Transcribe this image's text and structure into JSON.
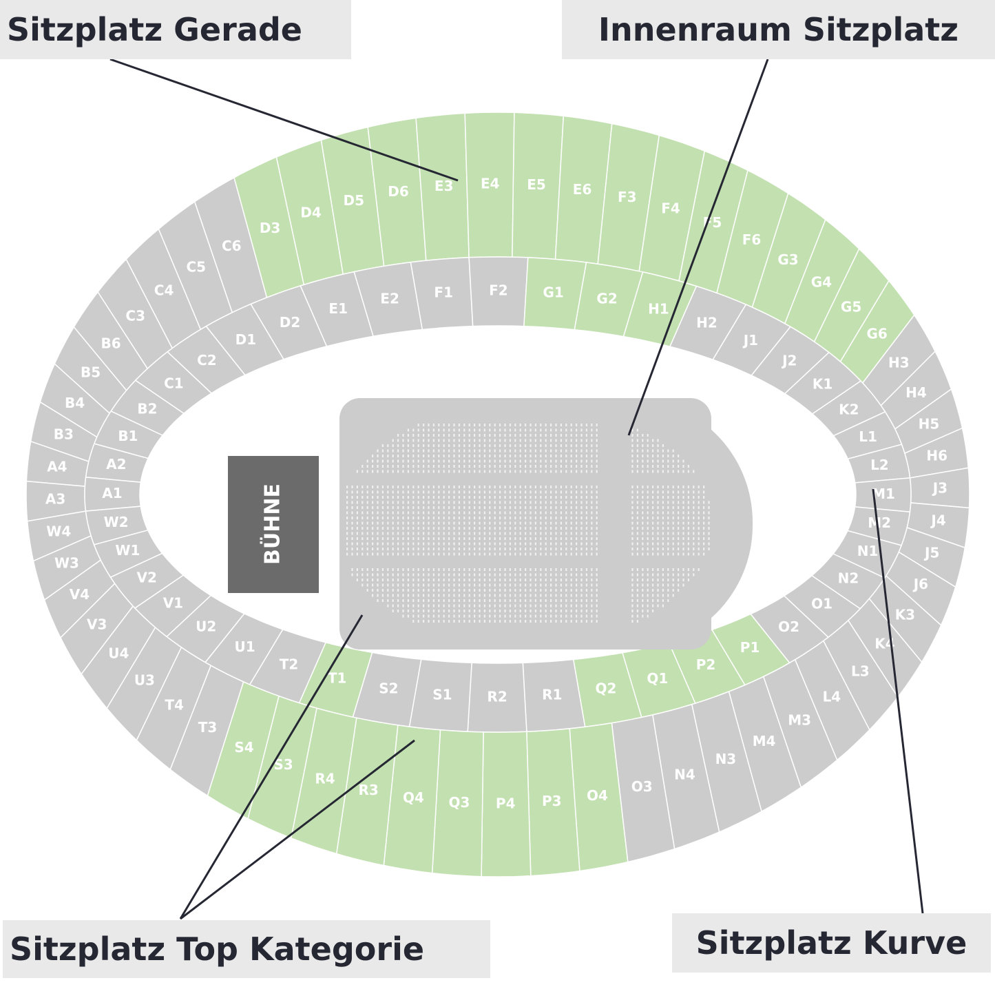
{
  "callouts": {
    "straight": "Sitzplatz Gerade",
    "floor": "Innenraum Sitzplatz",
    "top": "Sitzplatz Top Kategorie",
    "curve": "Sitzplatz Kurve"
  },
  "stage_label": "BÜHNE",
  "colors": {
    "seat": "#cccccc",
    "highlight": "#c3e0b0",
    "stage": "#6b6b6b",
    "callout_bg": "#e9e9e9",
    "text": "#252733",
    "block_label": "#ffffff"
  },
  "blocks_inner": [
    "A1",
    "A2",
    "B1",
    "B2",
    "C1",
    "C2",
    "D1",
    "D2",
    "E1",
    "E2",
    "F1",
    "F2",
    "G1",
    "G2",
    "H1",
    "H2",
    "J1",
    "J2",
    "K1",
    "K2",
    "L1",
    "L2",
    "M1",
    "M2",
    "N1",
    "N2",
    "O1",
    "O2",
    "P1",
    "P2",
    "Q1",
    "Q2",
    "R1",
    "R2",
    "S1",
    "S2",
    "T1",
    "T2",
    "U1",
    "U2",
    "V1",
    "V2",
    "W1",
    "W2"
  ],
  "blocks_outer": [
    "A3",
    "A4",
    "B3",
    "B4",
    "B5",
    "B6",
    "C3",
    "C4",
    "C5",
    "C6",
    "D3",
    "D4",
    "D5",
    "D6",
    "E3",
    "E4",
    "E5",
    "E6",
    "F3",
    "F4",
    "F5",
    "F6",
    "G3",
    "G4",
    "G5",
    "G6",
    "H3",
    "H4",
    "H5",
    "H6",
    "J3",
    "J4",
    "J5",
    "J6",
    "K3",
    "K4",
    "L3",
    "L4",
    "M3",
    "M4",
    "N3",
    "N4",
    "O3",
    "O4",
    "P3",
    "P4",
    "Q3",
    "Q4",
    "R3",
    "R4",
    "S3",
    "S4",
    "T3",
    "T4",
    "U3",
    "U4",
    "V3",
    "V4",
    "W3",
    "W4"
  ],
  "blocks_highlighted": [
    "D3",
    "D4",
    "D5",
    "D6",
    "E3",
    "E4",
    "E5",
    "E6",
    "F3",
    "F4",
    "F5",
    "F6",
    "G1",
    "G2",
    "G3",
    "G4",
    "G5",
    "G6",
    "H1",
    "O4",
    "P1",
    "P2",
    "P3",
    "P4",
    "Q1",
    "Q2",
    "Q3",
    "Q4",
    "R3",
    "R4",
    "S3",
    "S4",
    "T1"
  ]
}
